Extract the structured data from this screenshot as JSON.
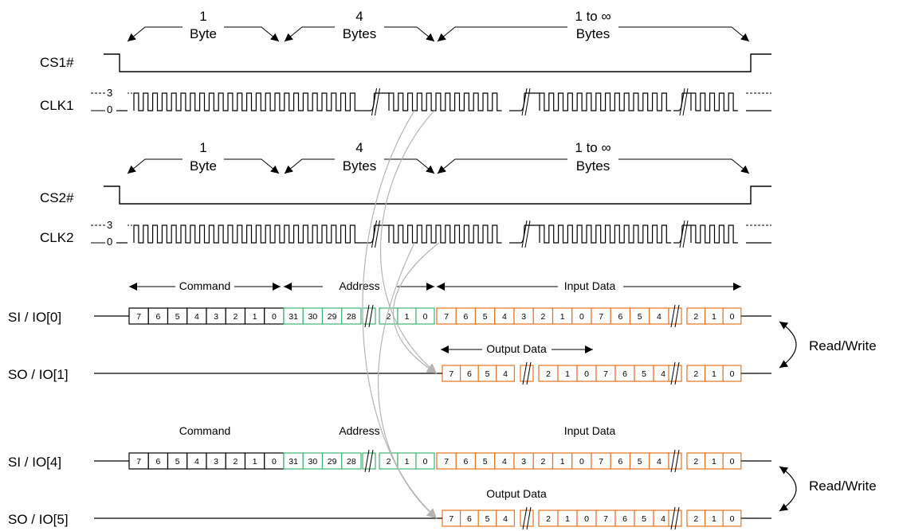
{
  "signals": {
    "cs1": "CS1#",
    "clk1": "CLK1",
    "cs2": "CS2#",
    "clk2": "CLK2",
    "si0": "SI / IO[0]",
    "so1": "SO / IO[1]",
    "si4": "SI / IO[4]",
    "so5": "SO / IO[5]"
  },
  "clock_levels": {
    "high": "3",
    "low": "0"
  },
  "segments": [
    {
      "top": "1",
      "bottom": "Byte"
    },
    {
      "top": "4",
      "bottom": "Bytes"
    },
    {
      "top": "1 to ∞",
      "bottom": "Bytes"
    }
  ],
  "fields": {
    "command": "Command",
    "address": "Address",
    "input_data": "Input Data",
    "output_data": "Output Data"
  },
  "read_write": "Read/Write",
  "bits": {
    "command": [
      "7",
      "6",
      "5",
      "4",
      "3",
      "2",
      "1",
      "0"
    ],
    "address_msb": [
      "31",
      "30",
      "29",
      "28"
    ],
    "address_lsb": [
      "2",
      "1",
      "0"
    ],
    "input": [
      "7",
      "6",
      "5",
      "4",
      "3",
      "2",
      "1",
      "0",
      "7",
      "6",
      "5",
      "4"
    ],
    "input_tail": [
      "2",
      "1",
      "0"
    ],
    "output_head": [
      "7",
      "6",
      "5",
      "4"
    ],
    "output_mid": [
      "2",
      "1",
      "0",
      "7",
      "6",
      "5",
      "4"
    ],
    "output_tail": [
      "2",
      "1",
      "0"
    ]
  },
  "colors": {
    "command": "#000000",
    "address": "#3cb371",
    "data": "#e8731a",
    "arrow_gray": "#b4b4b4"
  }
}
